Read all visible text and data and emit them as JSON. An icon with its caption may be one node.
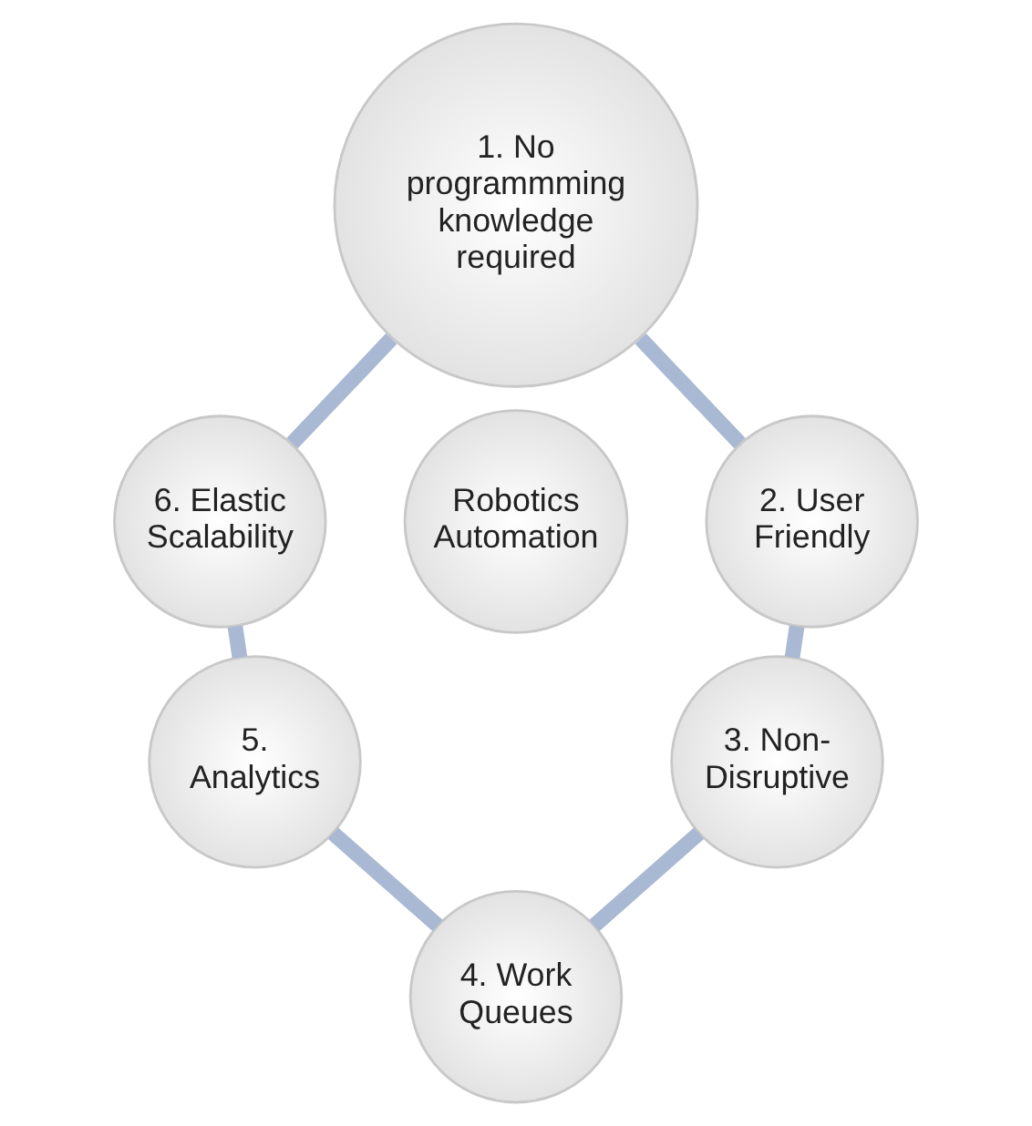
{
  "diagram": {
    "nodes": [
      {
        "text": [
          "Robotics Automation"
        ]
      },
      {
        "text": [
          "1. No programmming knowledge required"
        ]
      },
      {
        "text": [
          "2. User Friendly"
        ]
      },
      {
        "text": [
          "3. Non-Disruptive"
        ]
      },
      {
        "text": [
          "4. Work Queues"
        ]
      },
      {
        "text": [
          "5. Analytics"
        ]
      },
      {
        "text": [
          "6. Elastic Scalability"
        ]
      }
    ],
    "edges": [
      {
        "from": 1,
        "to": 2,
        "arrow": "none"
      },
      {
        "from": 2,
        "to": 3,
        "arrow": "none"
      },
      {
        "from": 3,
        "to": 4,
        "arrow": "none"
      },
      {
        "from": 5,
        "to": 4,
        "arrow": "none"
      },
      {
        "from": 6,
        "to": 5,
        "arrow": "none"
      },
      {
        "from": 1,
        "to": 6,
        "arrow": "none"
      }
    ]
  }
}
